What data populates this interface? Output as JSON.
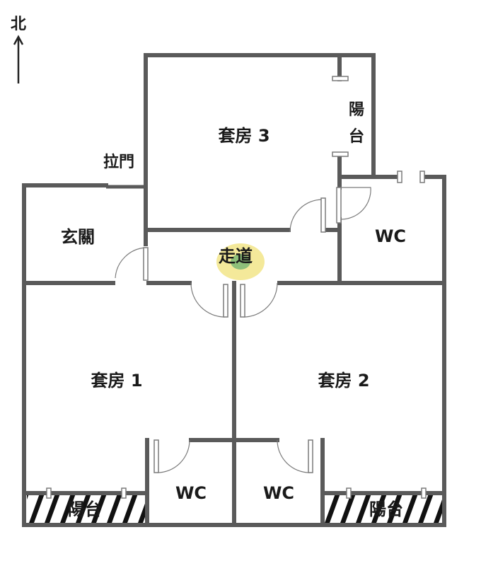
{
  "compass": {
    "label": "北"
  },
  "rooms": {
    "suite3": "套房 3",
    "balcony_top": "陽\n台",
    "sliding_door": "拉門",
    "foyer": "玄關",
    "corridor": "走道",
    "wc_right": "WC",
    "suite1": "套房 1",
    "suite2": "套房 2",
    "wc_left": "WC",
    "wc_mid": "WC",
    "balcony_left": "陽台",
    "balcony_right": "陽台"
  },
  "colors": {
    "wall": "#5a5a5a",
    "text": "#1a1a1a",
    "highlight": "#f4e99a"
  }
}
